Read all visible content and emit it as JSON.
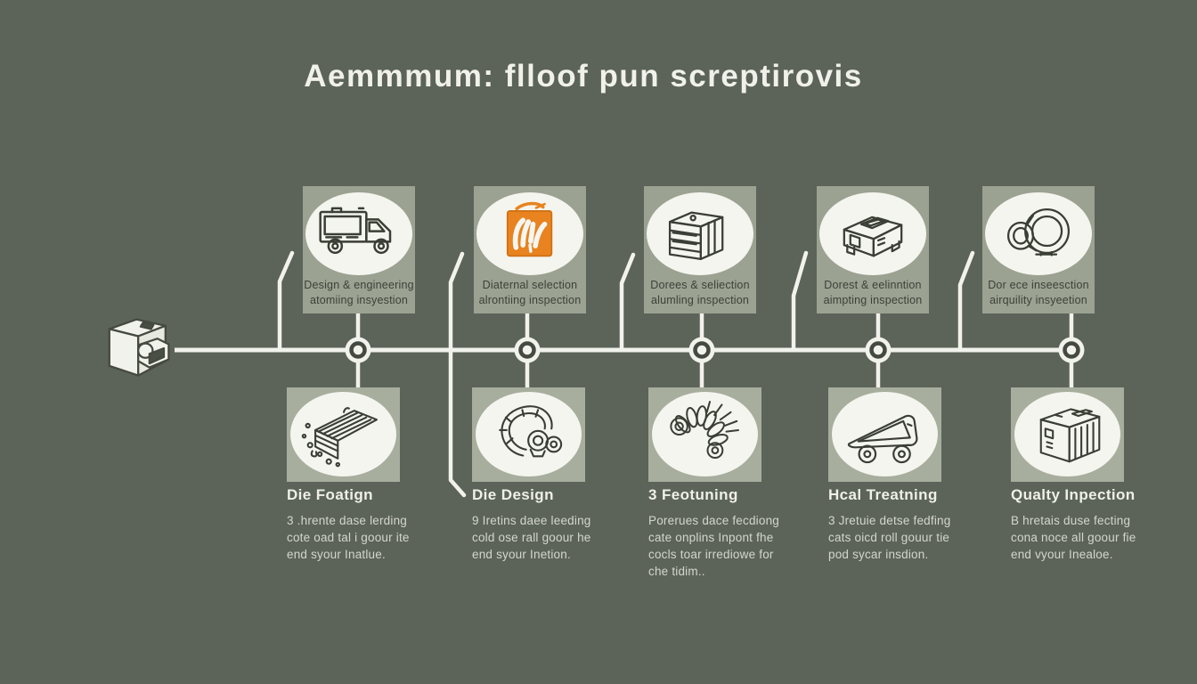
{
  "title": "Aemmmum: flloof pun screptirovis",
  "colors": {
    "background": "#5c6359",
    "top_panel": "#9ba292",
    "bottom_panel": "#a7ae9e",
    "circle_fill": "#f5f5ef",
    "timeline_line": "#f2f2ec",
    "node_ring": "#454a40",
    "caption_text": "#3c4138",
    "body_text": "#d3d7cb",
    "heading_text": "#eef0e9",
    "accent_orange": "#e8831f"
  },
  "timeline": {
    "node_count": 5,
    "start_icon": "extruder-machine-icon"
  },
  "stages": [
    {
      "top": {
        "icon": "truck-icon",
        "caption_line1": "Design & engineering",
        "caption_line2": "atomiing insyestion"
      },
      "bottom": {
        "icon": "extrusion-block-icon",
        "title": "Die Foatign",
        "body_line1": "3 .hrente dase lerding",
        "body_line2": "cote oad tal i goour ite",
        "body_line3": "end syour Inatlue."
      }
    },
    {
      "top": {
        "icon": "orange-logo-icon",
        "caption_line1": "Diaternal selection",
        "caption_line2": "alrontiing inspection"
      },
      "bottom": {
        "icon": "hose-nozzle-icon",
        "title": "Die Design",
        "body_line1": "9 Iretins daee leeding",
        "body_line2": "cold ose rall goour he",
        "body_line3": "end syour Inetion."
      }
    },
    {
      "top": {
        "icon": "stacked-press-icon",
        "caption_line1": "Dorees & seliection",
        "caption_line2": "alumling inspection"
      },
      "bottom": {
        "icon": "coil-spring-icon",
        "title": "3 Feotuning",
        "body_line1": "Porerues dace fecdiong",
        "body_line2": "cate onplins Inpont fhe",
        "body_line3": "cocls toar irrediowe for",
        "body_line4": "che tidim.."
      }
    },
    {
      "top": {
        "icon": "press-machine-icon",
        "caption_line1": "Dorest & eelinntion",
        "caption_line2": "aimpting inspection"
      },
      "bottom": {
        "icon": "cart-icon",
        "title": "Hcal Treatning",
        "body_line1": "3 Jretuie detse fedfing",
        "body_line2": "cats oicd roll gouur tie",
        "body_line3": "pod sycar insdion."
      }
    },
    {
      "top": {
        "icon": "pipe-flange-icon",
        "caption_line1": "Dor ece inseesction",
        "caption_line2": "airquility insyeetion"
      },
      "bottom": {
        "icon": "control-box-icon",
        "title": "Qualty Inpection",
        "body_line1": "B hretais duse fecting",
        "body_line2": "cona noce all goour fie",
        "body_line3": "end vyour Inealoe."
      }
    }
  ]
}
